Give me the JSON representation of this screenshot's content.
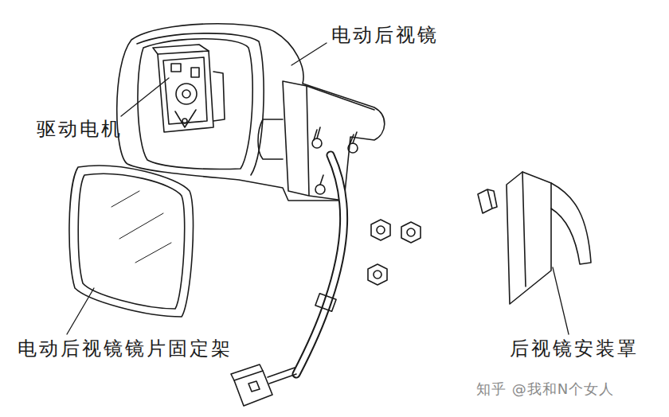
{
  "diagram": {
    "labels": [
      "电动后视镜",
      "驱动电机",
      "电动后视镜镜片固定架",
      "后视镜安装罩",
      "知乎 @我和N个女人"
    ]
  }
}
